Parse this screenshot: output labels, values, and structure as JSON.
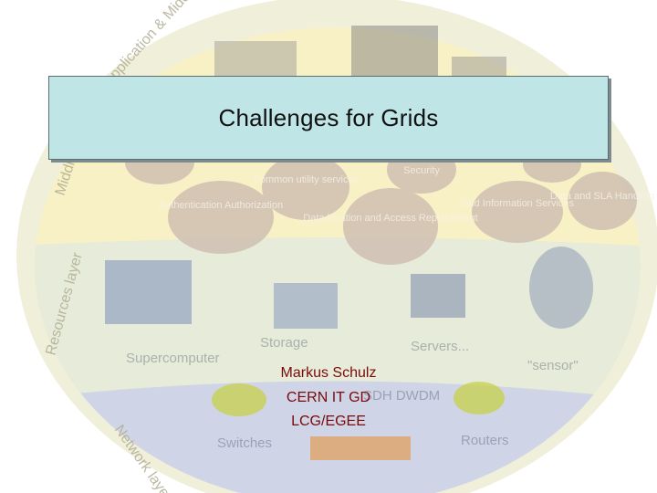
{
  "slide": {
    "title": "Challenges for Grids",
    "authors": [
      "Markus Schulz",
      "CERN IT GD",
      "LCG/EGEE"
    ]
  },
  "background": {
    "layers": {
      "top": "Application & Middleware layer",
      "middleware": "Middleware layer",
      "resources": "Resources layer",
      "network": "Network layer"
    },
    "bubbles": [
      "Authentication Authorization",
      "Common utility services",
      "Data location and Access Replacement",
      "Grid Information Services",
      "Security",
      "Data and SLA Handling"
    ],
    "resources": [
      "Supercomputer",
      "Storage",
      "Servers...",
      "\"sensor\""
    ],
    "network": [
      "Switches",
      "Routers",
      "SDH DWDM"
    ]
  },
  "colors": {
    "title_fill": "#bfe5e7",
    "author_text": "#7a0a0a",
    "ring_outer": "#f0efda",
    "band_yellow": "#f8f1c6",
    "band_green": "#e6ecd9",
    "band_network": "#cfd5e6",
    "bubble": "#cfc0b2"
  }
}
